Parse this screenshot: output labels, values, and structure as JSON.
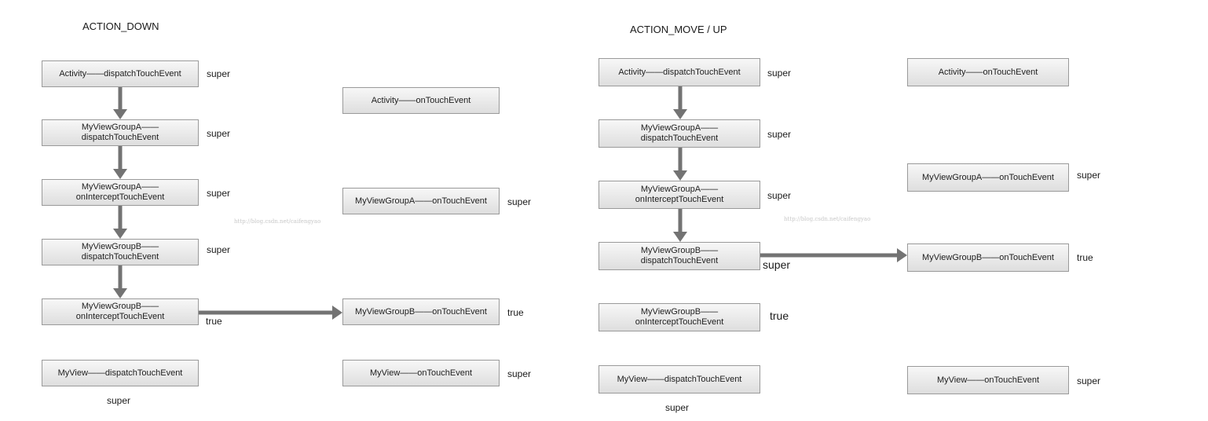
{
  "left": {
    "heading": "ACTION_DOWN",
    "activity_dispatch": "Activity——dispatchTouchEvent",
    "activity_dispatch_tag": "super",
    "groupA_dispatch": "MyViewGroupA——\ndispatchTouchEvent",
    "groupA_dispatch_tag": "super",
    "groupA_intercept": "MyViewGroupA——\nonInterceptTouchEvent",
    "groupA_intercept_tag": "super",
    "groupB_dispatch": "MyViewGroupB——\ndispatchTouchEvent",
    "groupB_dispatch_tag": "super",
    "groupB_intercept": "MyViewGroupB——\nonInterceptTouchEvent",
    "groupB_intercept_tag": "true",
    "view_dispatch": "MyView——dispatchTouchEvent",
    "view_dispatch_tag": "super",
    "activity_touch": "Activity——onTouchEvent",
    "groupA_touch": "MyViewGroupA——onTouchEvent",
    "groupA_touch_tag": "super",
    "groupB_touch": "MyViewGroupB——onTouchEvent",
    "groupB_touch_tag": "true",
    "view_touch": "MyView——onTouchEvent",
    "view_touch_tag": "super",
    "watermark": "http://blog.csdn.net/caifengyao"
  },
  "right": {
    "heading": "ACTION_MOVE / UP",
    "activity_dispatch": "Activity——dispatchTouchEvent",
    "activity_dispatch_tag": "super",
    "groupA_dispatch": "MyViewGroupA——\ndispatchTouchEvent",
    "groupA_dispatch_tag": "super",
    "groupA_intercept": "MyViewGroupA——\nonInterceptTouchEvent",
    "groupA_intercept_tag": "super",
    "groupB_dispatch": "MyViewGroupB——\ndispatchTouchEvent",
    "groupB_dispatch_tag": "super",
    "groupB_intercept": "MyViewGroupB——\nonInterceptTouchEvent",
    "groupB_intercept_tag": "true",
    "view_dispatch": "MyView——dispatchTouchEvent",
    "view_dispatch_tag": "super",
    "activity_touch": "Activity——onTouchEvent",
    "groupA_touch": "MyViewGroupA——onTouchEvent",
    "groupA_touch_tag": "super",
    "groupB_touch": "MyViewGroupB——onTouchEvent",
    "groupB_touch_tag": "true",
    "view_touch": "MyView——onTouchEvent",
    "view_touch_tag": "super",
    "watermark": "http://blog.csdn.net/caifengyao"
  },
  "colors": {
    "arrow": "#737373",
    "node_border": "#9a9a9a"
  }
}
